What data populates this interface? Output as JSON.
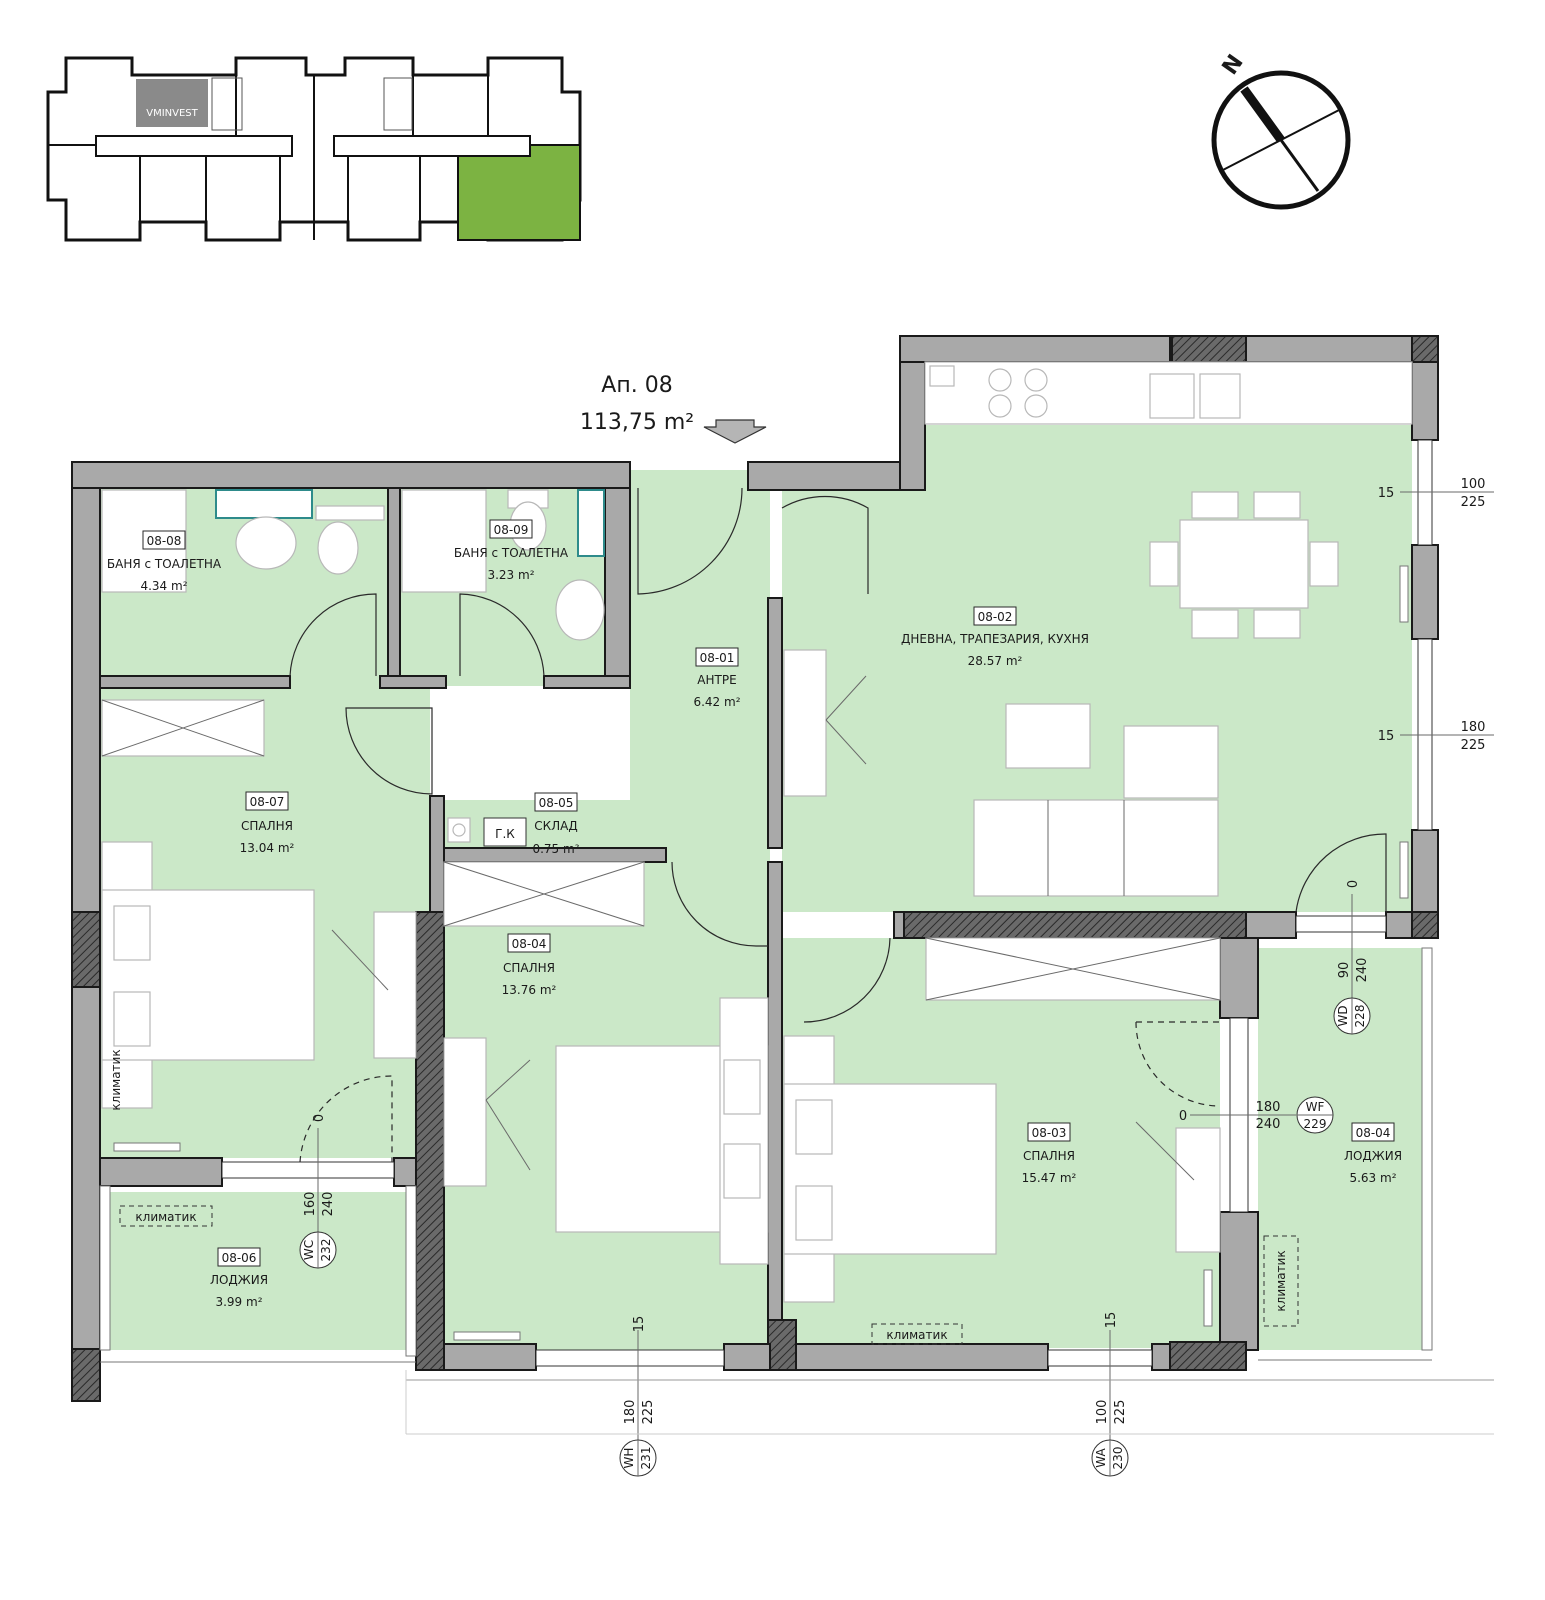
{
  "logo_text": "VMINVEST",
  "compass": {
    "north_label": "N"
  },
  "apartment": {
    "name": "Ап. 08",
    "area": "113,75 m²"
  },
  "rooms": [
    {
      "id": "08-08",
      "name": "БАНЯ с ТОАЛЕТНА",
      "area": "4.34 m²"
    },
    {
      "id": "08-09",
      "name": "БАНЯ с ТОАЛЕТНА",
      "area": "3.23 m²"
    },
    {
      "id": "08-01",
      "name": "АНТРЕ",
      "area": "6.42 m²"
    },
    {
      "id": "08-02",
      "name": "ДНЕВНА, ТРАПЕЗАРИЯ, КУХНЯ",
      "area": "28.57 m²"
    },
    {
      "id": "08-07",
      "name": "СПАЛНЯ",
      "area": "13.04 m²"
    },
    {
      "id": "08-05",
      "name": "СКЛАД",
      "area": "0.75 m²"
    },
    {
      "id": "08-04",
      "name": "СПАЛНЯ",
      "area": "13.76 m²"
    },
    {
      "id": "08-03",
      "name": "СПАЛНЯ",
      "area": "15.47 m²"
    },
    {
      "id": "08-04",
      "name": "ЛОДЖИЯ",
      "area": "5.63 m²"
    },
    {
      "id": "08-06",
      "name": "ЛОДЖИЯ",
      "area": "3.99 m²"
    }
  ],
  "labels": {
    "gk": "Г.К",
    "ac": "климатик"
  },
  "windows": [
    {
      "code": "WD",
      "num": "228",
      "w": "90",
      "h": "240"
    },
    {
      "code": "WF",
      "num": "229",
      "w": "180",
      "h": "240"
    },
    {
      "code": "WC",
      "num": "232",
      "w": "160",
      "h": "240"
    },
    {
      "code": "WH",
      "num": "231",
      "w": "180",
      "h": "225"
    },
    {
      "code": "WA",
      "num": "230",
      "w": "100",
      "h": "225"
    }
  ],
  "dimensions": {
    "right_top": {
      "sill": "15",
      "w": "100",
      "h": "225"
    },
    "right_mid": {
      "sill": "15",
      "w": "180",
      "h": "225"
    },
    "wd_sill": "0",
    "wf_sill": "0",
    "wc_sill": "0",
    "wh_sill": "15",
    "wa_sill": "15"
  }
}
